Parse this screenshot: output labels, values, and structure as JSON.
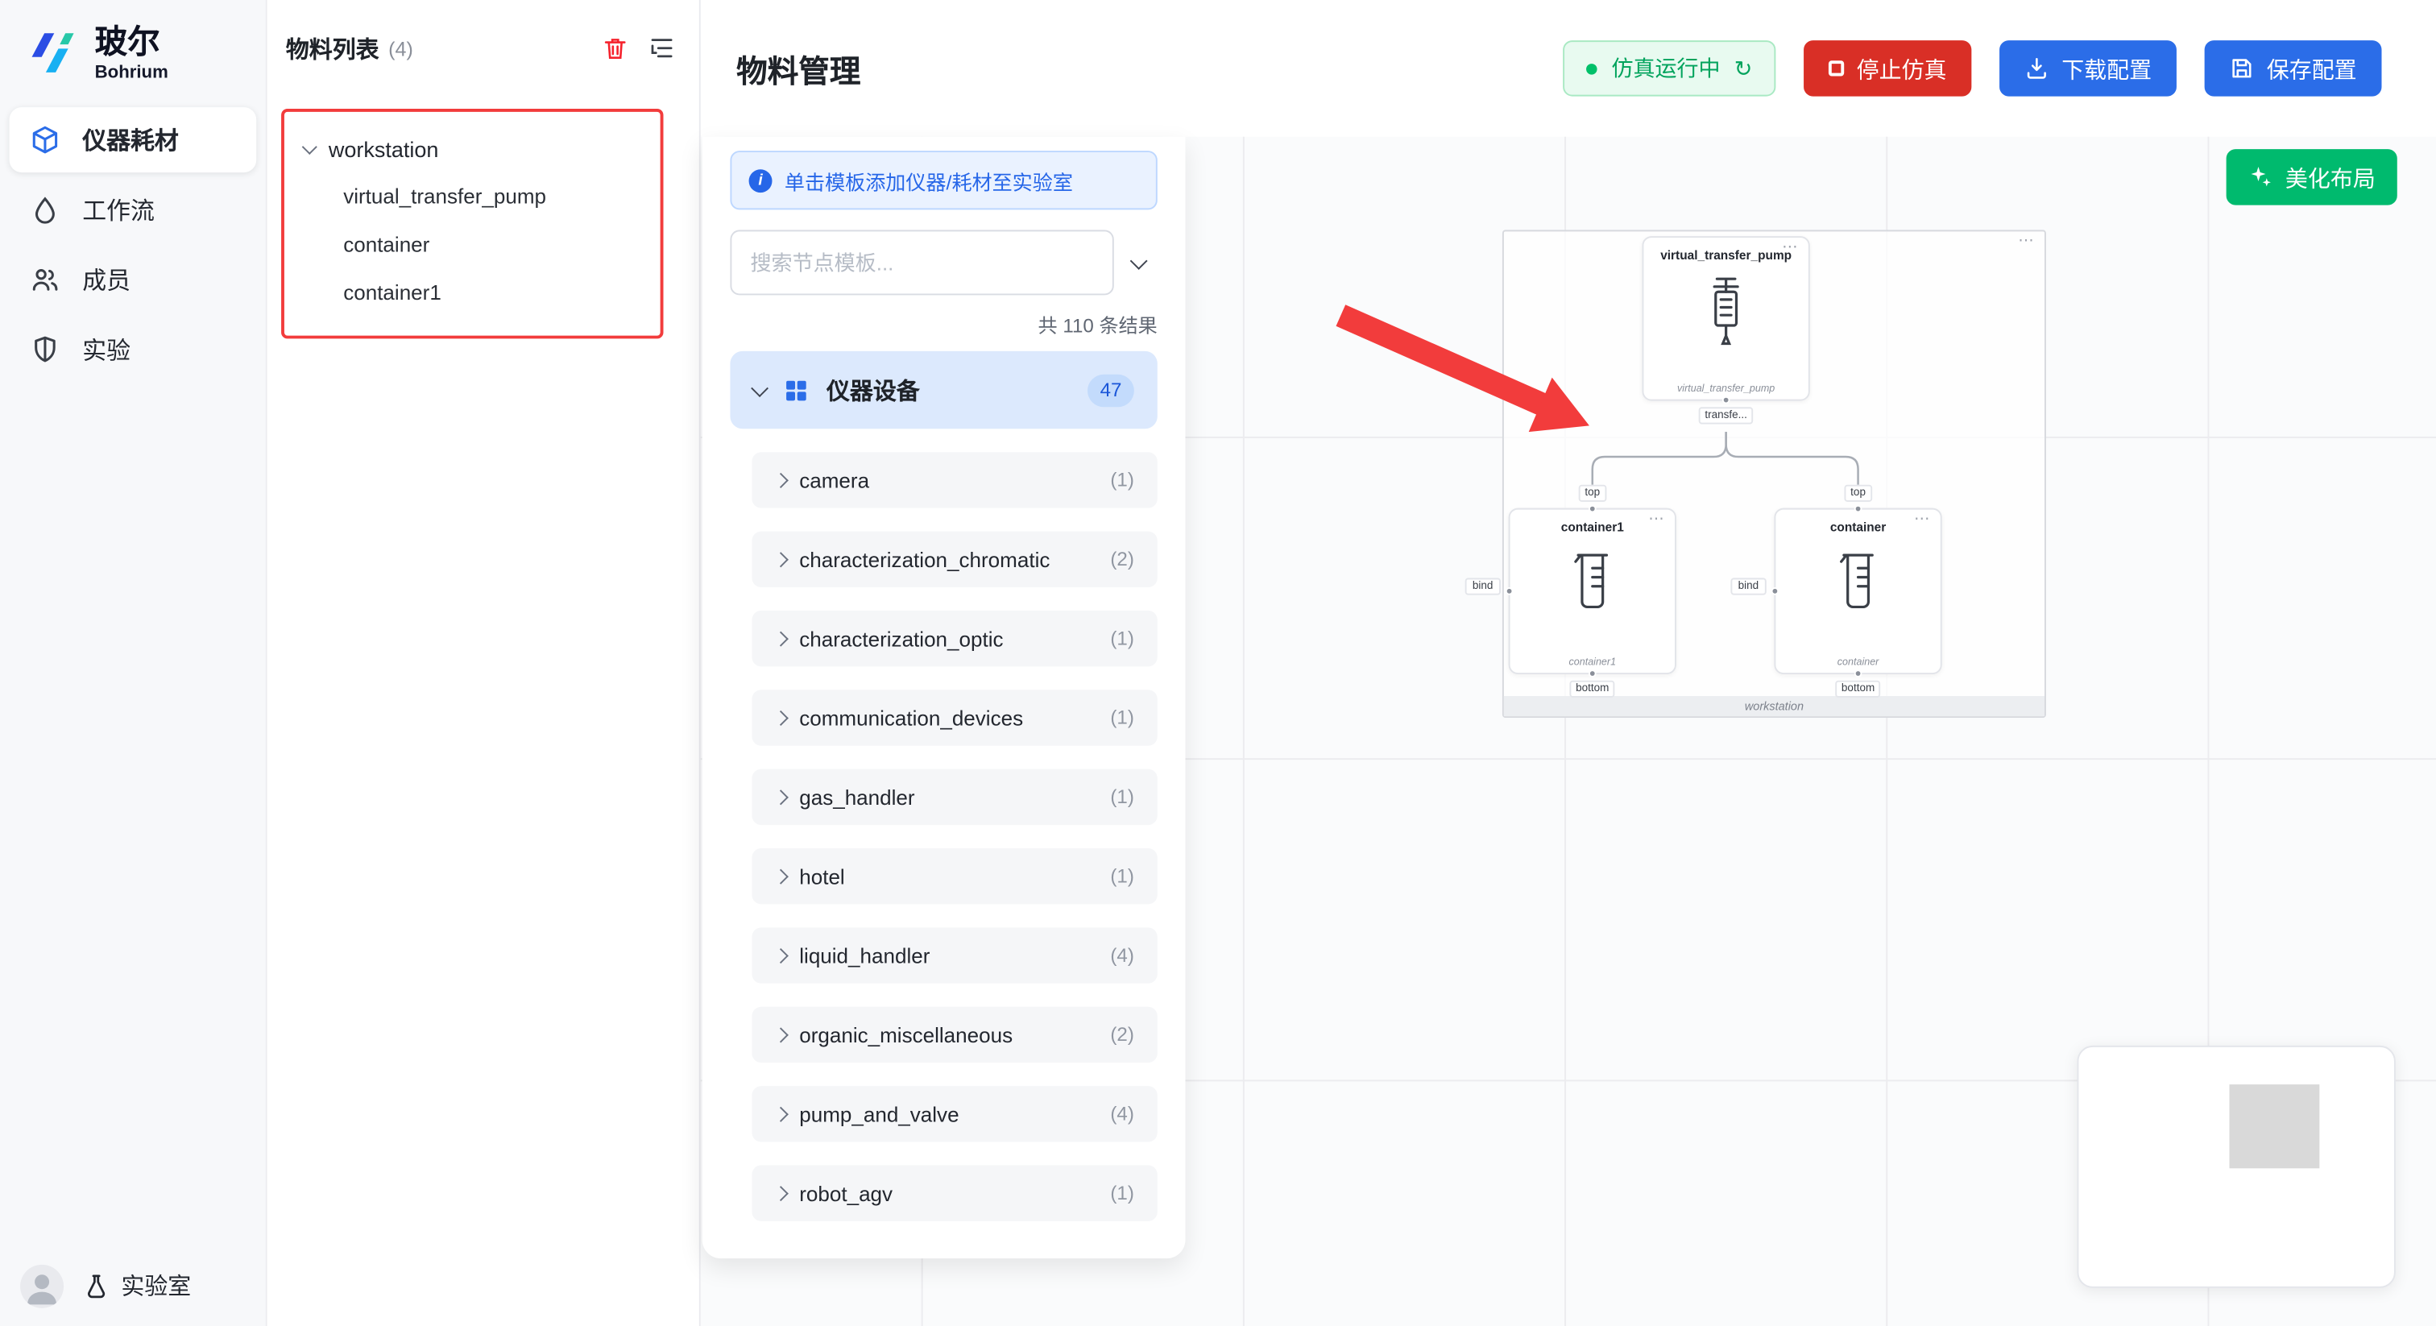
{
  "brand": {
    "name_cn": "玻尔",
    "name_en": "Bohrium"
  },
  "sidebar": {
    "items": [
      {
        "label": "仪器耗材"
      },
      {
        "label": "工作流"
      },
      {
        "label": "成员"
      },
      {
        "label": "实验"
      }
    ],
    "lab": "实验室"
  },
  "materials": {
    "title": "物料列表",
    "count": "(4)",
    "tree_root": "workstation",
    "tree_children": [
      "virtual_transfer_pump",
      "container",
      "container1"
    ]
  },
  "header": {
    "title": "物料管理",
    "status": "仿真运行中",
    "stop": "停止仿真",
    "download": "下载配置",
    "save": "保存配置"
  },
  "templates": {
    "hint": "单击模板添加仪器/耗材至实验室",
    "search_placeholder": "搜索节点模板...",
    "result_count": "共 110 条结果",
    "category": {
      "label": "仪器设备",
      "badge": "47"
    },
    "items": [
      {
        "label": "camera",
        "count": "(1)"
      },
      {
        "label": "characterization_chromatic",
        "count": "(2)"
      },
      {
        "label": "characterization_optic",
        "count": "(1)"
      },
      {
        "label": "communication_devices",
        "count": "(1)"
      },
      {
        "label": "gas_handler",
        "count": "(1)"
      },
      {
        "label": "hotel",
        "count": "(1)"
      },
      {
        "label": "liquid_handler",
        "count": "(4)"
      },
      {
        "label": "organic_miscellaneous",
        "count": "(2)"
      },
      {
        "label": "pump_and_valve",
        "count": "(4)"
      },
      {
        "label": "robot_agv",
        "count": "(1)"
      }
    ]
  },
  "canvas": {
    "beautify": "美化布局",
    "group_label": "workstation",
    "pump": {
      "title": "virtual_transfer_pump",
      "name": "virtual_transfer_pump",
      "port": "transfe..."
    },
    "container1": {
      "title": "container1",
      "name": "container1",
      "top": "top",
      "bottom": "bottom",
      "bind": "bind"
    },
    "container": {
      "title": "container",
      "name": "container",
      "top": "top",
      "bottom": "bottom",
      "bind": "bind"
    }
  },
  "icons": {
    "more": "⋯",
    "refresh": "↻"
  },
  "colors": {
    "accent_blue": "#2b6de8",
    "danger_red": "#d92f26",
    "success_green": "#00ba6e",
    "status_green": "#00a35c",
    "annotation_red": "#f23c3c",
    "category_bg": "#dce9fd"
  }
}
